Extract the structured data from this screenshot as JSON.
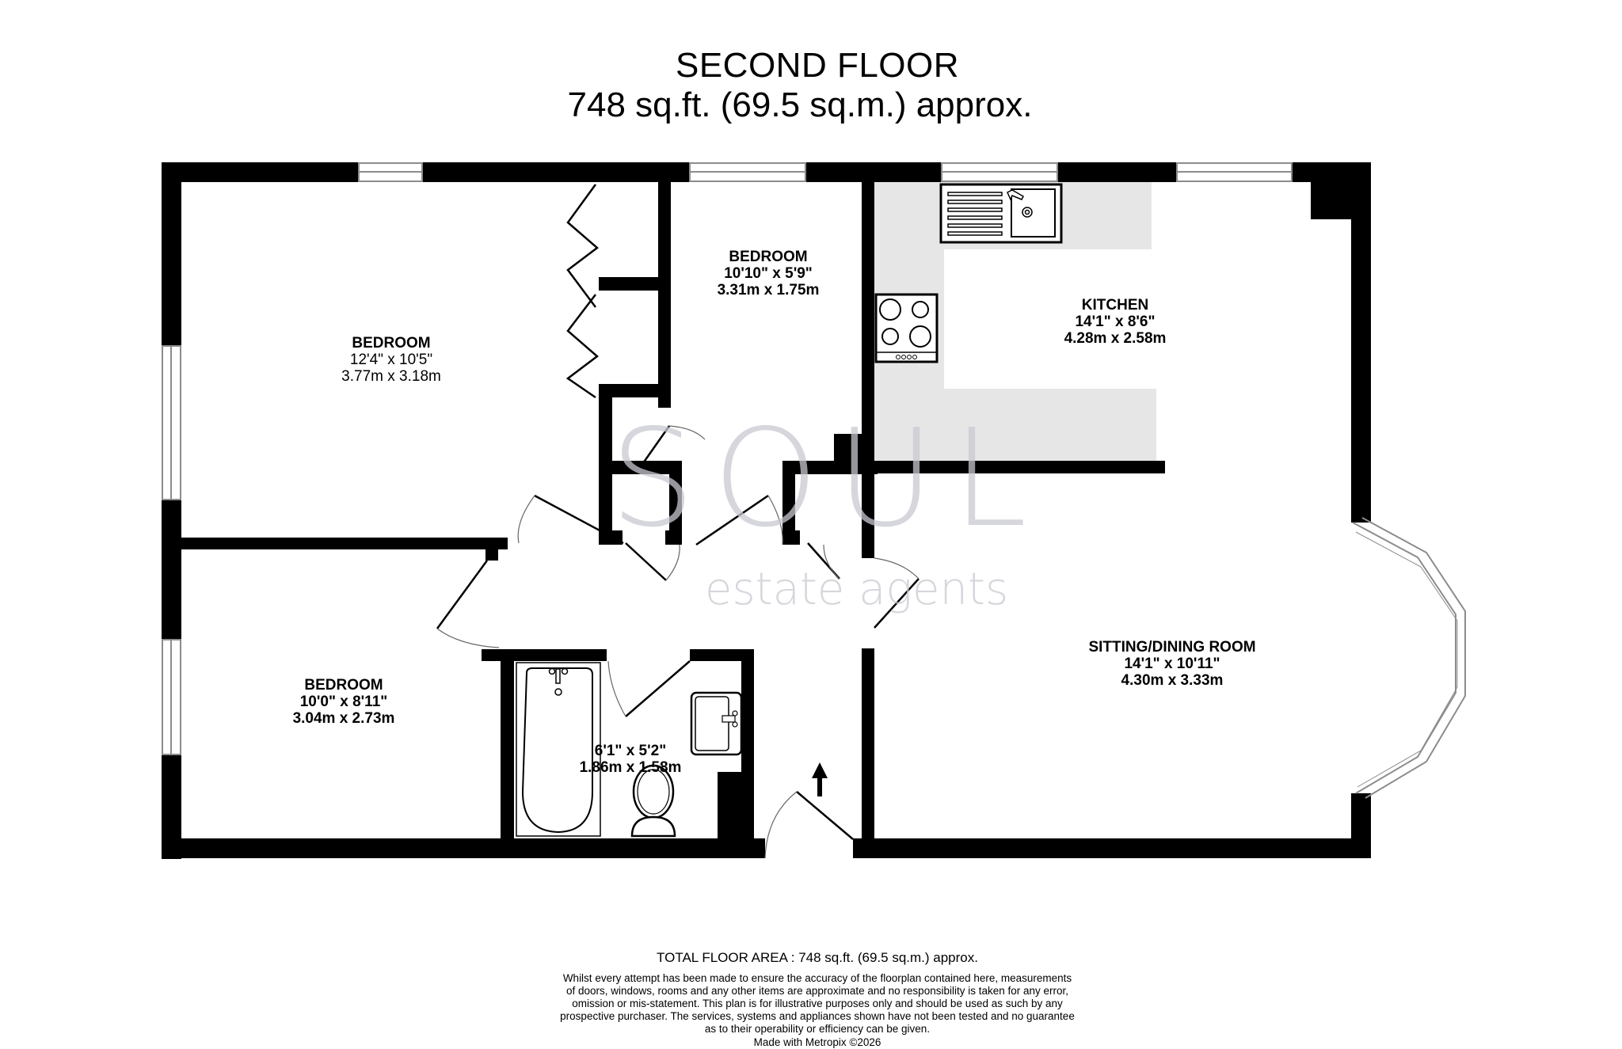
{
  "header": {
    "title": "SECOND FLOOR",
    "subtitle": "748 sq.ft. (69.5 sq.m.) approx."
  },
  "rooms": [
    {
      "id": "bedroom-1",
      "name": "BEDROOM",
      "imperial": "12'4\"  x 10'5\"",
      "metric": "3.77m  x 3.18m"
    },
    {
      "id": "bedroom-2",
      "name": "BEDROOM",
      "imperial": "10'10\"  x 5'9\"",
      "metric": "3.31m  x 1.75m"
    },
    {
      "id": "kitchen",
      "name": "KITCHEN",
      "imperial": "14'1\"  x 8'6\"",
      "metric": "4.28m  x 2.58m"
    },
    {
      "id": "bedroom-3",
      "name": "BEDROOM",
      "imperial": "10'0\"  x 8'11\"",
      "metric": "3.04m  x 2.73m"
    },
    {
      "id": "bathroom",
      "name": "",
      "imperial": "6'1\"  x 5'2\"",
      "metric": "1.86m  x 1.58m"
    },
    {
      "id": "sitting-dining",
      "name": "SITTING/DINING ROOM",
      "imperial": "14'1\"  x 10'11\"",
      "metric": "4.30m  x 3.33m"
    }
  ],
  "fixtures": {
    "kitchen": [
      "sink-drainer",
      "hob"
    ],
    "bathroom": [
      "bath",
      "washbasin",
      "toilet"
    ],
    "entrance": "entrance-arrow"
  },
  "watermark": {
    "brand": "SOUL",
    "tagline": "estate agents"
  },
  "colors": {
    "wall": "#000000",
    "counter": "#e6e6e6",
    "window": "#8c8c8c",
    "watermark": "#c9c9d2"
  },
  "footer": {
    "total": "TOTAL FLOOR AREA : 748 sq.ft. (69.5 sq.m.) approx.",
    "disclaimer_lines": [
      "Whilst every attempt has been made to ensure the accuracy of the floorplan contained here, measurements",
      "of doors, windows, rooms and any other items are approximate and no responsibility is taken for any error,",
      "omission or mis-statement. This plan is for illustrative purposes only and should be used as such by any",
      "prospective purchaser. The services, systems and appliances shown have not been tested and no guarantee",
      "as to their operability or efficiency can be given."
    ],
    "credit": "Made with Metropix ©2026"
  }
}
